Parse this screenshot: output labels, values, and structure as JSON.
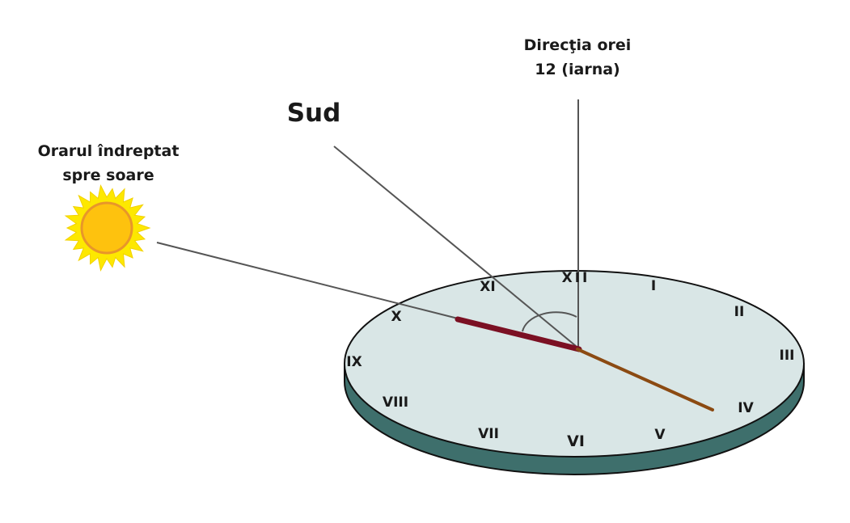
{
  "labels": {
    "sun_line1": "Orarul îndreptat",
    "sun_line2": "spre soare",
    "south": "Sud",
    "noon_line1": "Direcţia orei",
    "noon_line2": "12 (iarna)"
  },
  "numerals": [
    "XII",
    "I",
    "II",
    "III",
    "IV",
    "V",
    "VI",
    "VII",
    "VIII",
    "IX",
    "X",
    "XI"
  ],
  "colors": {
    "dial_face": "#d9e6e6",
    "dial_side": "#3e6f6c",
    "hour_hand": "#7b1023",
    "minute_hand": "#8b4a12",
    "sun_core": "#fec20e",
    "sun_rim": "#e8962a",
    "sun_rays": "#fde800",
    "lines": "#555555"
  }
}
